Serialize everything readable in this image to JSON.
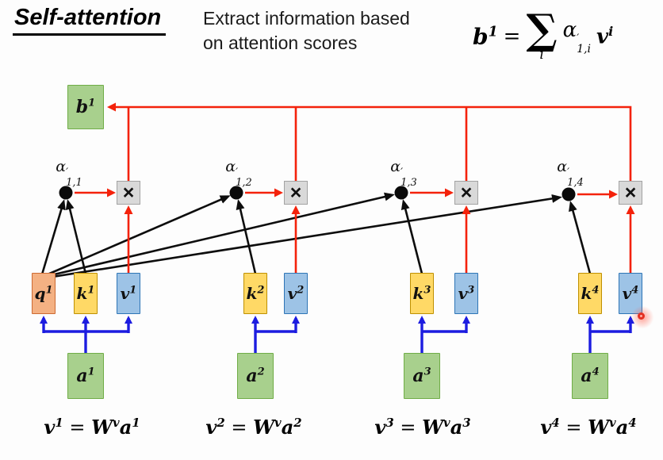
{
  "colors": {
    "red": "#f4220b",
    "blue": "#1c1ce0",
    "green_fill": "#a8d08d",
    "green_border": "#70ad47",
    "yellow_fill": "#ffd966",
    "yellow_border": "#bf9000",
    "blue_fill": "#9dc3e6",
    "blue_border": "#2e75b6",
    "orange_fill": "#f4b183",
    "orange_border": "#cd6a32",
    "times_fill": "#d9d9d9",
    "times_border": "#a3a3a3",
    "laser": "#e53022"
  },
  "header": {
    "title": "Self-attention",
    "subtitle_line1": "Extract information based",
    "subtitle_line2": "on attention scores"
  },
  "formula": {
    "lhs_base": "b",
    "lhs_sup": "1",
    "equals": "=",
    "sigma": "∑",
    "sigma_sub": "i",
    "alpha_base": "α",
    "alpha_prime": "′",
    "alpha_sub": "1,i",
    "v_base": "v",
    "v_sup": "i"
  },
  "output_box": {
    "base": "b",
    "sup": "1"
  },
  "times_label": "×",
  "alpha_labels": [
    {
      "base": "α",
      "prime": "′",
      "sub": "1,1"
    },
    {
      "base": "α",
      "prime": "′",
      "sub": "1,2"
    },
    {
      "base": "α",
      "prime": "′",
      "sub": "1,3"
    },
    {
      "base": "α",
      "prime": "′",
      "sub": "1,4"
    }
  ],
  "qkv_boxes": [
    {
      "base": "q",
      "sup": "1",
      "type": "query"
    },
    {
      "base": "k",
      "sup": "1",
      "type": "key"
    },
    {
      "base": "v",
      "sup": "1",
      "type": "value"
    },
    {
      "base": "k",
      "sup": "2",
      "type": "key"
    },
    {
      "base": "v",
      "sup": "2",
      "type": "value"
    },
    {
      "base": "k",
      "sup": "3",
      "type": "key"
    },
    {
      "base": "v",
      "sup": "3",
      "type": "value"
    },
    {
      "base": "k",
      "sup": "4",
      "type": "key"
    },
    {
      "base": "v",
      "sup": "4",
      "type": "value"
    }
  ],
  "input_boxes": [
    {
      "base": "a",
      "sup": "1"
    },
    {
      "base": "a",
      "sup": "2"
    },
    {
      "base": "a",
      "sup": "3"
    },
    {
      "base": "a",
      "sup": "4"
    }
  ],
  "equations": [
    {
      "lhs": "v",
      "lhs_sup": "1",
      "eq": "=",
      "w": "W",
      "w_sup": "v",
      "a": "a",
      "a_sup": "1"
    },
    {
      "lhs": "v",
      "lhs_sup": "2",
      "eq": "=",
      "w": "W",
      "w_sup": "v",
      "a": "a",
      "a_sup": "2"
    },
    {
      "lhs": "v",
      "lhs_sup": "3",
      "eq": "=",
      "w": "W",
      "w_sup": "v",
      "a": "a",
      "a_sup": "3"
    },
    {
      "lhs": "v",
      "lhs_sup": "4",
      "eq": "=",
      "w": "W",
      "w_sup": "v",
      "a": "a",
      "a_sup": "4"
    }
  ]
}
